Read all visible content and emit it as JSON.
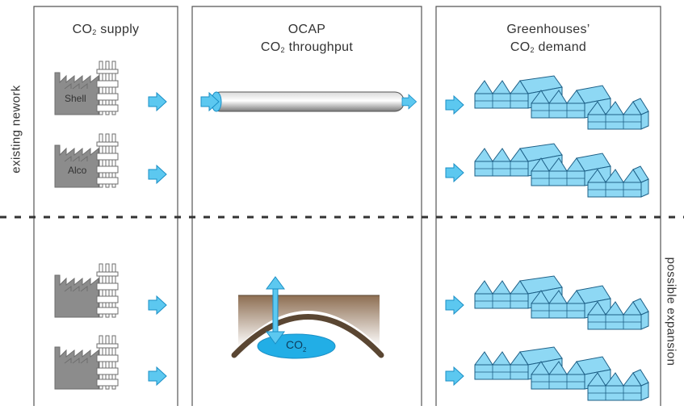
{
  "columns": {
    "supply": {
      "title_main": "CO",
      "title_sub": "2",
      "title_rest": " supply"
    },
    "throughput": {
      "line1": "OCAP",
      "line2_main": "CO",
      "line2_sub": "2",
      "line2_rest": " throughput"
    },
    "demand": {
      "line1": "Greenhouses’",
      "line2_main": "CO",
      "line2_sub": "2",
      "line2_rest": " demand"
    }
  },
  "rows": {
    "existing_label": "existing nework",
    "expansion_label": "possible expansion"
  },
  "factories": {
    "shell_label": "Shell",
    "alco_label": "Alco"
  },
  "reservoir": {
    "label_main": "CO",
    "label_sub": "2"
  },
  "colors": {
    "arrow": "#5cc8f0",
    "arrow_stroke": "#1a8fc6",
    "factory": "#8c8c8c",
    "greenhouse": "#8ed8f4",
    "greenhouse_stroke": "#1d5f86",
    "soil": "#a58a6a",
    "reservoir": "#22aee6"
  }
}
